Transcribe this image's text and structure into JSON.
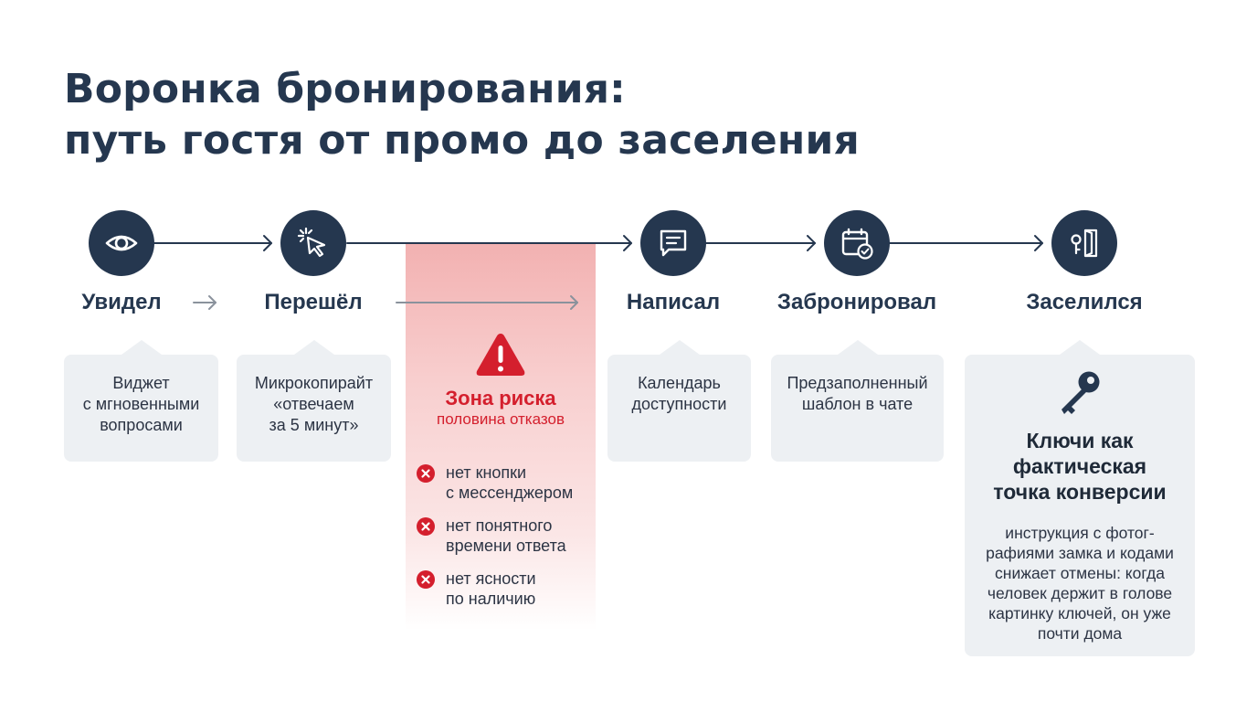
{
  "title": {
    "line1": "Воронка бронирования:",
    "line2": "путь гостя от промо до заселения"
  },
  "colors": {
    "navy": "#25374f",
    "risk_red": "#d41f2d",
    "card_bg": "#edf0f3"
  },
  "steps": [
    {
      "label": "Увидел",
      "icon": "eye-icon",
      "card": "Виджет\nс мгновенными\nвопросами"
    },
    {
      "label": "Перешёл",
      "icon": "cursor-click-icon",
      "card": "Микрокопирайт\n«отвечаем\nза 5 минут»"
    },
    {
      "label": "Написал",
      "icon": "chat-bubble-icon",
      "card": "Календарь\nдоступности"
    },
    {
      "label": "Забронировал",
      "icon": "calendar-check-icon",
      "card": "Предзаполненный\nшаблон в чате"
    },
    {
      "label": "Заселился",
      "icon": "door-key-icon"
    }
  ],
  "risk_zone": {
    "icon": "warning-icon",
    "title": "Зона риска",
    "subtitle": "половина отказов",
    "items": [
      "нет кнопки\nс мессенджером",
      "нет понятного\nвремени ответа",
      "нет ясности\nпо наличию"
    ]
  },
  "final_card": {
    "icon": "key-icon",
    "title": "Ключи как\nфактическая\nточка конверсии",
    "description": "инструкция с фотог-\nрафиями замка и кодами\nснижает отмены: когда\nчеловек держит в голове\nкартинку ключей, он уже\nпочти дома"
  }
}
